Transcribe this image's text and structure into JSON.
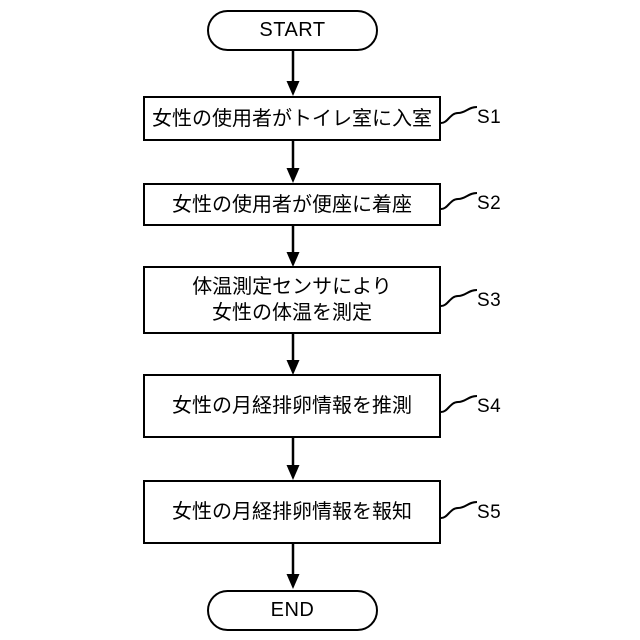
{
  "diagram": {
    "type": "flowchart",
    "orientation": "vertical",
    "title": "",
    "stroke_color": "#000000",
    "fill_color": "#ffffff",
    "background": "#ffffff"
  },
  "start": {
    "label": "START",
    "shape": "terminator"
  },
  "end": {
    "label": "END",
    "shape": "terminator"
  },
  "steps": [
    {
      "ref": "S1",
      "text": "女性の使用者がトイレ室に入室",
      "lines": 1,
      "shape": "process"
    },
    {
      "ref": "S2",
      "text": "女性の使用者が便座に着座",
      "lines": 1,
      "shape": "process"
    },
    {
      "ref": "S3",
      "text": "体温測定センサにより\n女性の体温を測定",
      "lines": 2,
      "shape": "process"
    },
    {
      "ref": "S4",
      "text": "女性の月経排卵情報を推測",
      "lines": 1,
      "shape": "process"
    },
    {
      "ref": "S5",
      "text": "女性の月経排卵情報を報知",
      "lines": 1,
      "shape": "process"
    }
  ],
  "connectors": [
    {
      "from": "START",
      "to": "S1",
      "arrow": "down"
    },
    {
      "from": "S1",
      "to": "S2",
      "arrow": "down"
    },
    {
      "from": "S2",
      "to": "S3",
      "arrow": "down"
    },
    {
      "from": "S3",
      "to": "S4",
      "arrow": "down"
    },
    {
      "from": "S4",
      "to": "S5",
      "arrow": "down"
    },
    {
      "from": "S5",
      "to": "END",
      "arrow": "down"
    }
  ]
}
